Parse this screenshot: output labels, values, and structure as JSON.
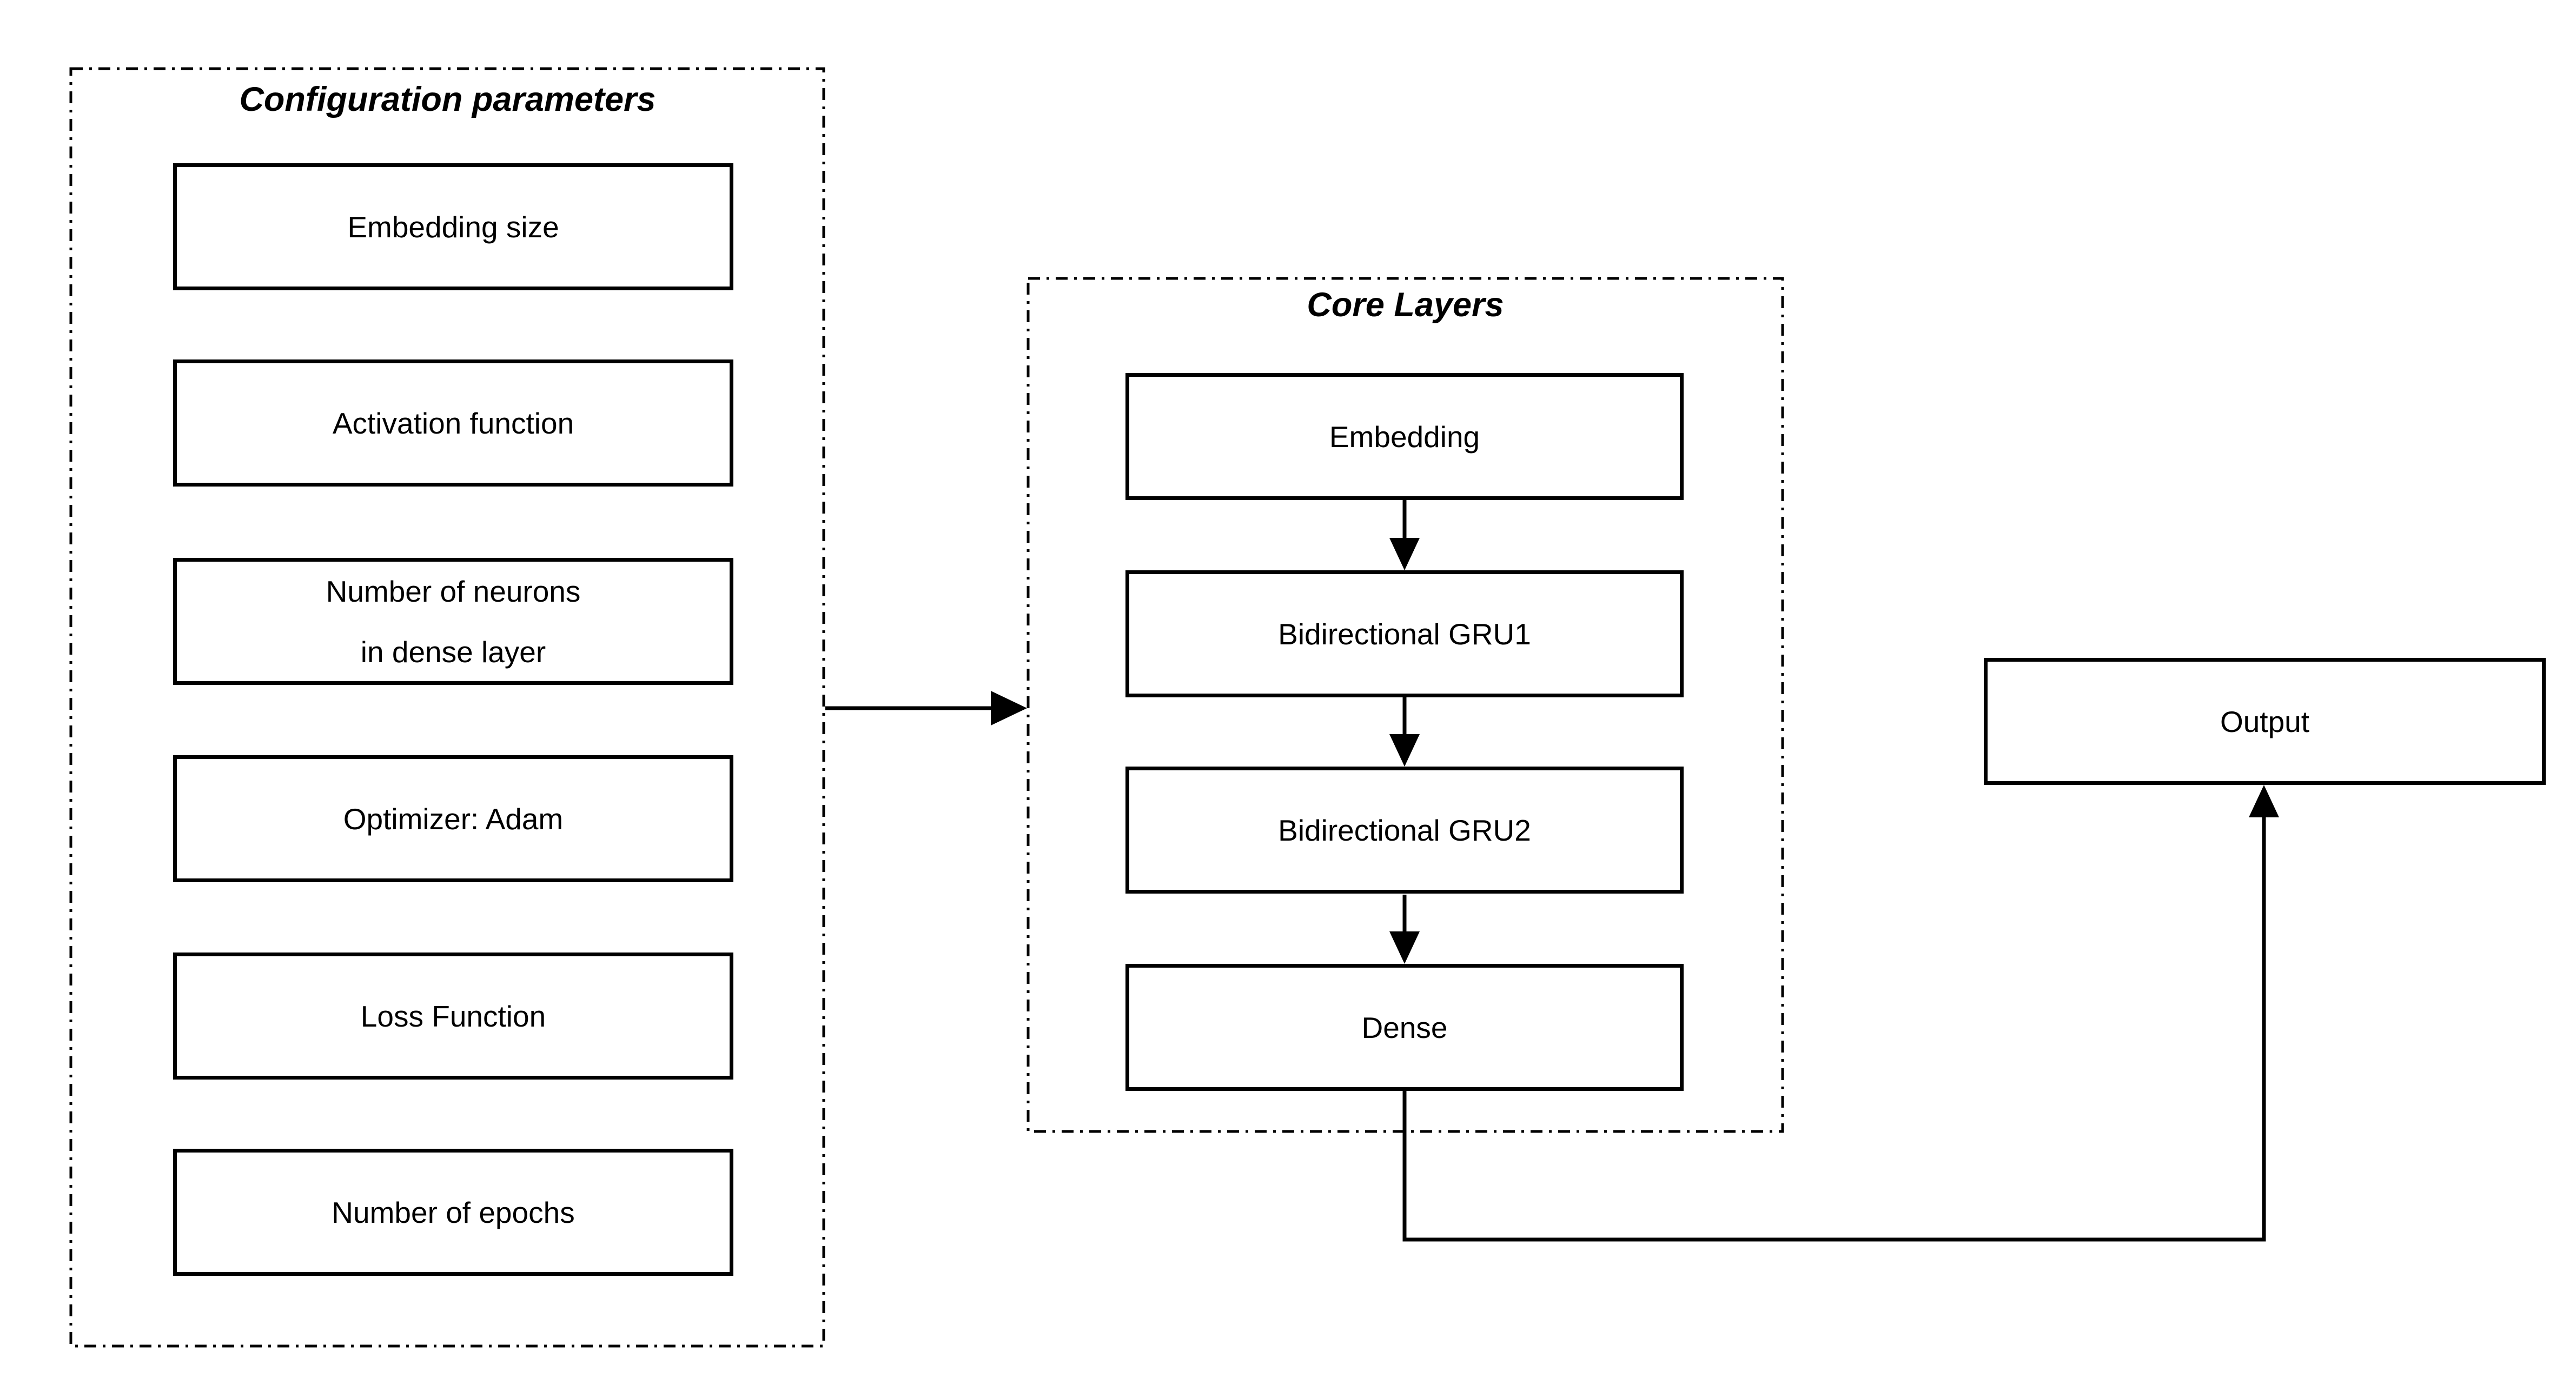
{
  "diagram": {
    "background_color": "#ffffff",
    "line_color": "#000000",
    "config_panel": {
      "title": "Configuration parameters",
      "boxes": [
        {
          "lines": [
            "Embedding size"
          ]
        },
        {
          "lines": [
            "Activation function"
          ]
        },
        {
          "lines": [
            "Number of neurons",
            "in dense layer"
          ]
        },
        {
          "lines": [
            "Optimizer: Adam"
          ]
        },
        {
          "lines": [
            "Loss Function"
          ]
        },
        {
          "lines": [
            "Number of epochs"
          ]
        }
      ]
    },
    "core_panel": {
      "title": "Core Layers",
      "boxes": [
        {
          "lines": [
            "Embedding"
          ]
        },
        {
          "lines": [
            "Bidirectional GRU1"
          ]
        },
        {
          "lines": [
            "Bidirectional GRU2"
          ]
        },
        {
          "lines": [
            "Dense"
          ]
        }
      ]
    },
    "output_box": {
      "label": "Output"
    }
  }
}
